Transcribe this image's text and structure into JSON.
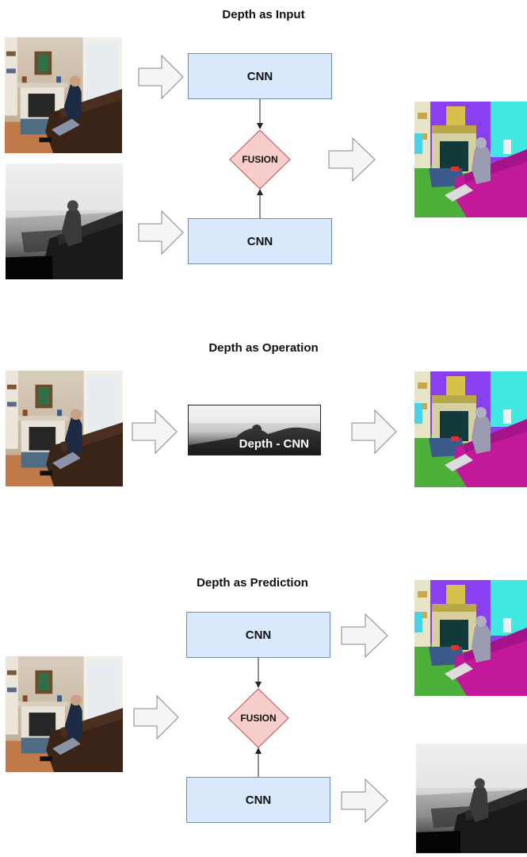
{
  "sections": [
    {
      "title": "Depth as Input",
      "cnn_top": "CNN",
      "cnn_bottom": "CNN",
      "fusion": "FUSION"
    },
    {
      "title": "Depth as Operation",
      "operation_label": "Depth - CNN"
    },
    {
      "title": "Depth as Prediction",
      "cnn_top": "CNN",
      "cnn_bottom": "CNN",
      "fusion": "FUSION"
    }
  ],
  "colors": {
    "cnn_fill": "#dae8fc",
    "cnn_border": "#6c8ebf",
    "fusion_fill": "#f8cecc",
    "fusion_border": "#b85450",
    "arrow_fill": "#f5f5f5",
    "arrow_border": "#888888",
    "seg_floor": "#4caf3a",
    "seg_sofa": "#c2189a",
    "seg_wall": "#8a3ff0",
    "seg_window": "#3fe8e0"
  }
}
